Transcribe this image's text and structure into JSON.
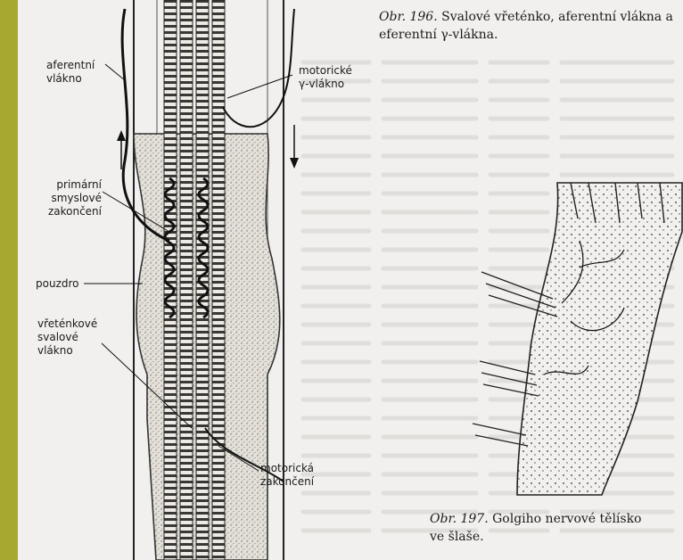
{
  "figure196": {
    "caption_label": "Obr. 196.",
    "caption_text": "Svalové vřeténko, aferentní vlákna a eferentní γ-vlákna.",
    "labels": {
      "aferentni_1": "aferentní",
      "aferentni_2": "vlákno",
      "motoricke_1": "motorické",
      "motoricke_2": "γ-vlákno",
      "primarni_1": "primární",
      "primarni_2": "smyslové",
      "primarni_3": "zakončení",
      "pouzdro": "pouzdro",
      "vretenkove_1": "vřeténkové",
      "vretenkove_2": "svalové",
      "vretenkove_3": "vlákno",
      "motoricka_1": "motorická",
      "motoricka_2": "zakončení"
    }
  },
  "figure197": {
    "caption_label": "Obr. 197.",
    "caption_text_1": "Golgiho nervové tělísko",
    "caption_text_2": "ve šlaše."
  },
  "colors": {
    "spine": "#a7a82f",
    "page": "#f1f0ee",
    "ink": "#1b1b1b"
  }
}
